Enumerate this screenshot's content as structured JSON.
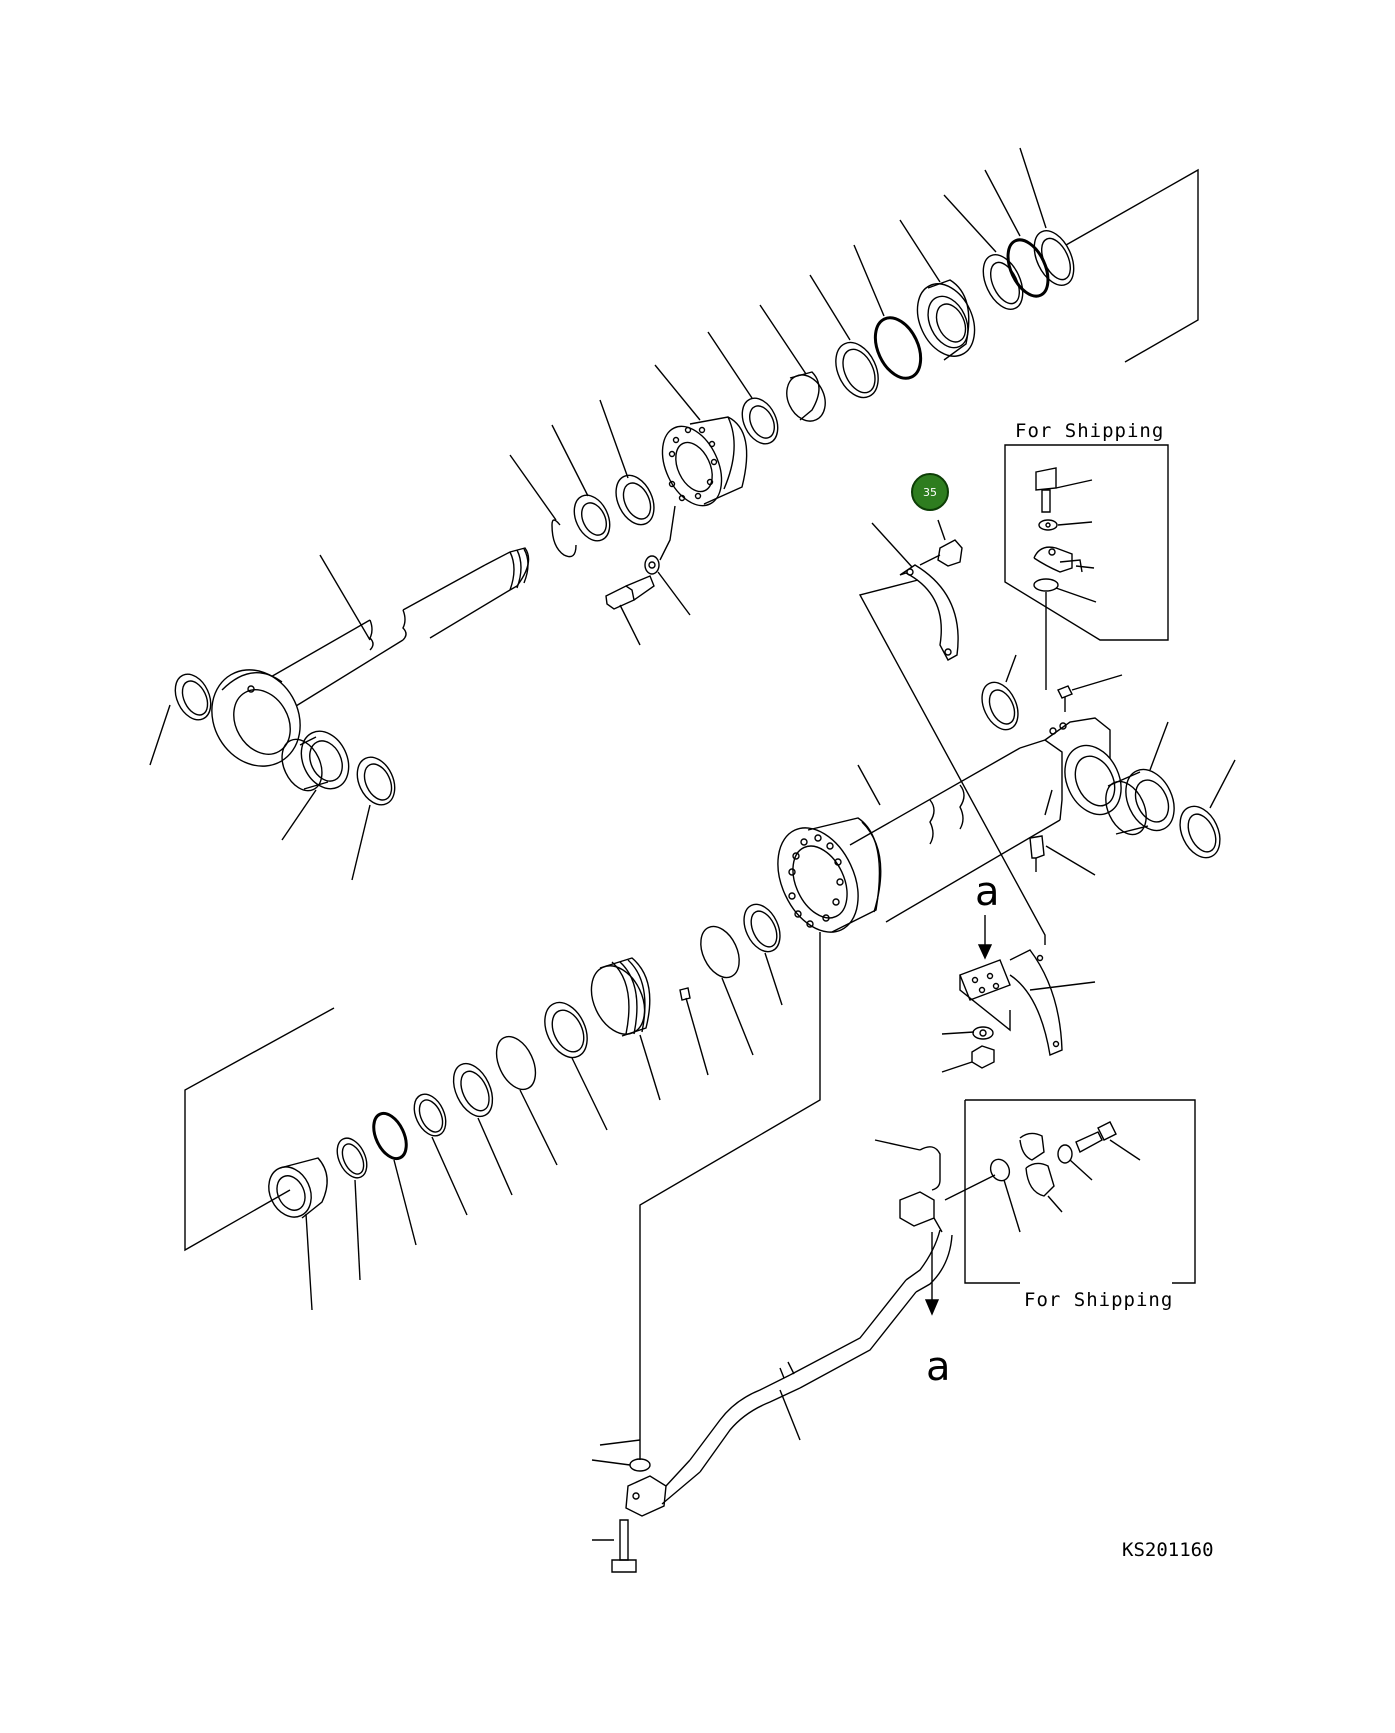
{
  "labels": {
    "for_shipping_top": "For Shipping",
    "for_shipping_bottom": "For Shipping",
    "view_a_top": "a",
    "view_a_bottom": "a",
    "drawing_code": "KS201160"
  },
  "callout": {
    "number": "35",
    "color": "#2e7d1f"
  }
}
